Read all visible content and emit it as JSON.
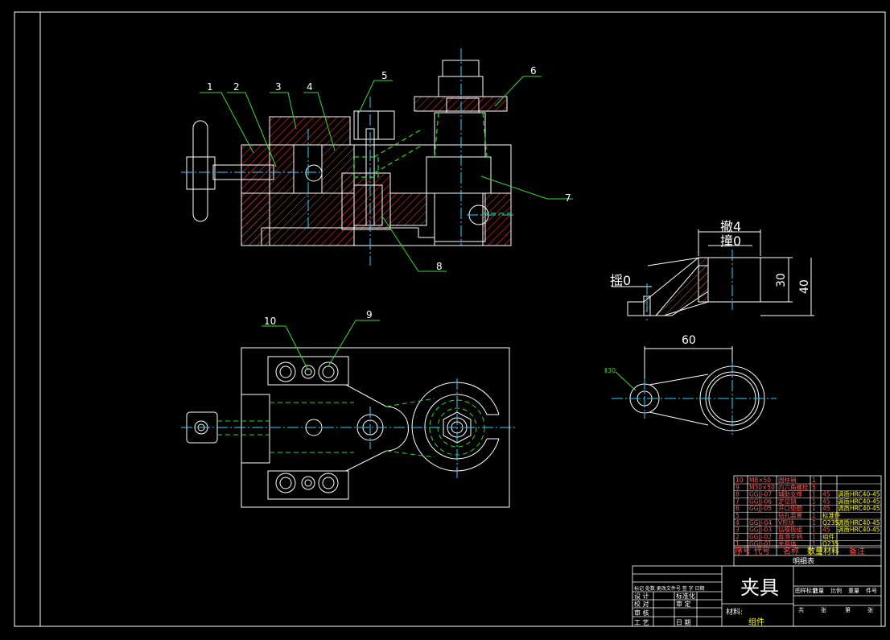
{
  "colors": {
    "background": "#000000",
    "frame": "#ffffff",
    "part": "#ffffff",
    "hatch": "#ff3b3b",
    "hidden": "#22dd22",
    "leader": "#33dd33",
    "center": "#2ad4ff",
    "dimension": "#ffffff",
    "table_text": "#ff5555",
    "highlight": "#ffff00"
  },
  "callouts": [
    "1",
    "2",
    "3",
    "4",
    "5",
    "6",
    "7",
    "8",
    "9",
    "10"
  ],
  "dims": {
    "d64": "撤4",
    "d40": "撞0",
    "d20": "揺0",
    "h30": "30",
    "h40": "40",
    "w60": "60",
    "small": "Ⅱ30"
  },
  "bom": {
    "rows": [
      {
        "no": "10",
        "code": "M8×50",
        "name": "圆柱销",
        "qty": "1",
        "mat": "",
        "note": ""
      },
      {
        "no": "9",
        "code": "M30×50",
        "name": "内六角螺栓",
        "qty": "5",
        "mat": "",
        "note": ""
      },
      {
        "no": "8",
        "code": "GGJJ-07",
        "name": "辅助支撑",
        "qty": "1",
        "mat": "45",
        "note": "调质HRC40-45"
      },
      {
        "no": "7",
        "code": "GGJJ-06",
        "name": "定位销",
        "qty": "1",
        "mat": "45",
        "note": "调质HRC40-45"
      },
      {
        "no": "6",
        "code": "GGJJ-05",
        "name": "开口垫圈",
        "qty": "1",
        "mat": "45",
        "note": "调质HRC40-45"
      },
      {
        "no": "5",
        "code": "",
        "name": "钻孔装置",
        "qty": "1",
        "mat": "标准件",
        "note": ""
      },
      {
        "no": "4",
        "code": "GGJJ-04",
        "name": "V形块",
        "qty": "1",
        "mat": "Q235",
        "note": "调质HRC40-45"
      },
      {
        "no": "3",
        "code": "GGJJ-03",
        "name": "钻模板组",
        "qty": "1",
        "mat": "45",
        "note": "调质HRC40-45"
      },
      {
        "no": "2",
        "code": "GGJJ-02",
        "name": "直滑手柄",
        "qty": "1",
        "mat": "组件",
        "note": ""
      },
      {
        "no": "1",
        "code": "GGJJ-01",
        "name": "夹具体",
        "qty": "1",
        "mat": "Q235",
        "note": ""
      }
    ],
    "headers": {
      "no": "序号",
      "code": "代号",
      "name": "名称",
      "qty": "数量",
      "mat": "材料",
      "note": "备注"
    },
    "caption": "明细表"
  },
  "title_block": {
    "title": "夹具",
    "material_label": "材料:",
    "assembly": "组件",
    "row_labels": [
      "设 计",
      "校 对",
      "审 核",
      "工 艺"
    ],
    "header_cells": "标记 处数 更改文件号 签 字 日期",
    "std_label": "标准化",
    "review_label": "审 定",
    "date_label": "日 期",
    "stage_header": [
      "图样标记",
      "数量",
      "比例",
      "重量",
      "件号"
    ],
    "sheet_info": [
      "共",
      "张",
      "第",
      "张"
    ]
  }
}
